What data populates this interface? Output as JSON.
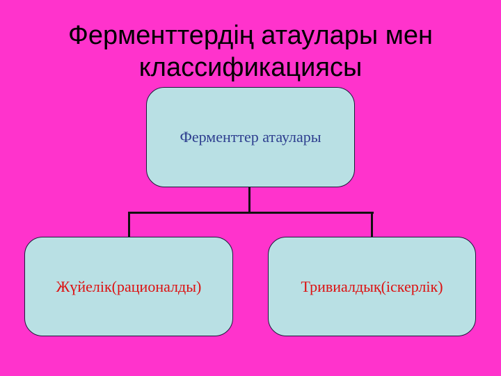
{
  "title": {
    "line1": "Ферменттердің атаулары мен",
    "line2": "классификациясы"
  },
  "diagram": {
    "root": {
      "label": "Ферменттер атаулары",
      "text_color": "#2e3f8f"
    },
    "children": [
      {
        "label": "Жүйелік(рационалды)",
        "text_color": "#dd1111"
      },
      {
        "label": "Тривиалдық(іскерлік)",
        "text_color": "#dd1111"
      }
    ],
    "colors": {
      "background": "#ff33cc",
      "box_fill": "#b9e0e4",
      "connector": "#111111"
    }
  }
}
